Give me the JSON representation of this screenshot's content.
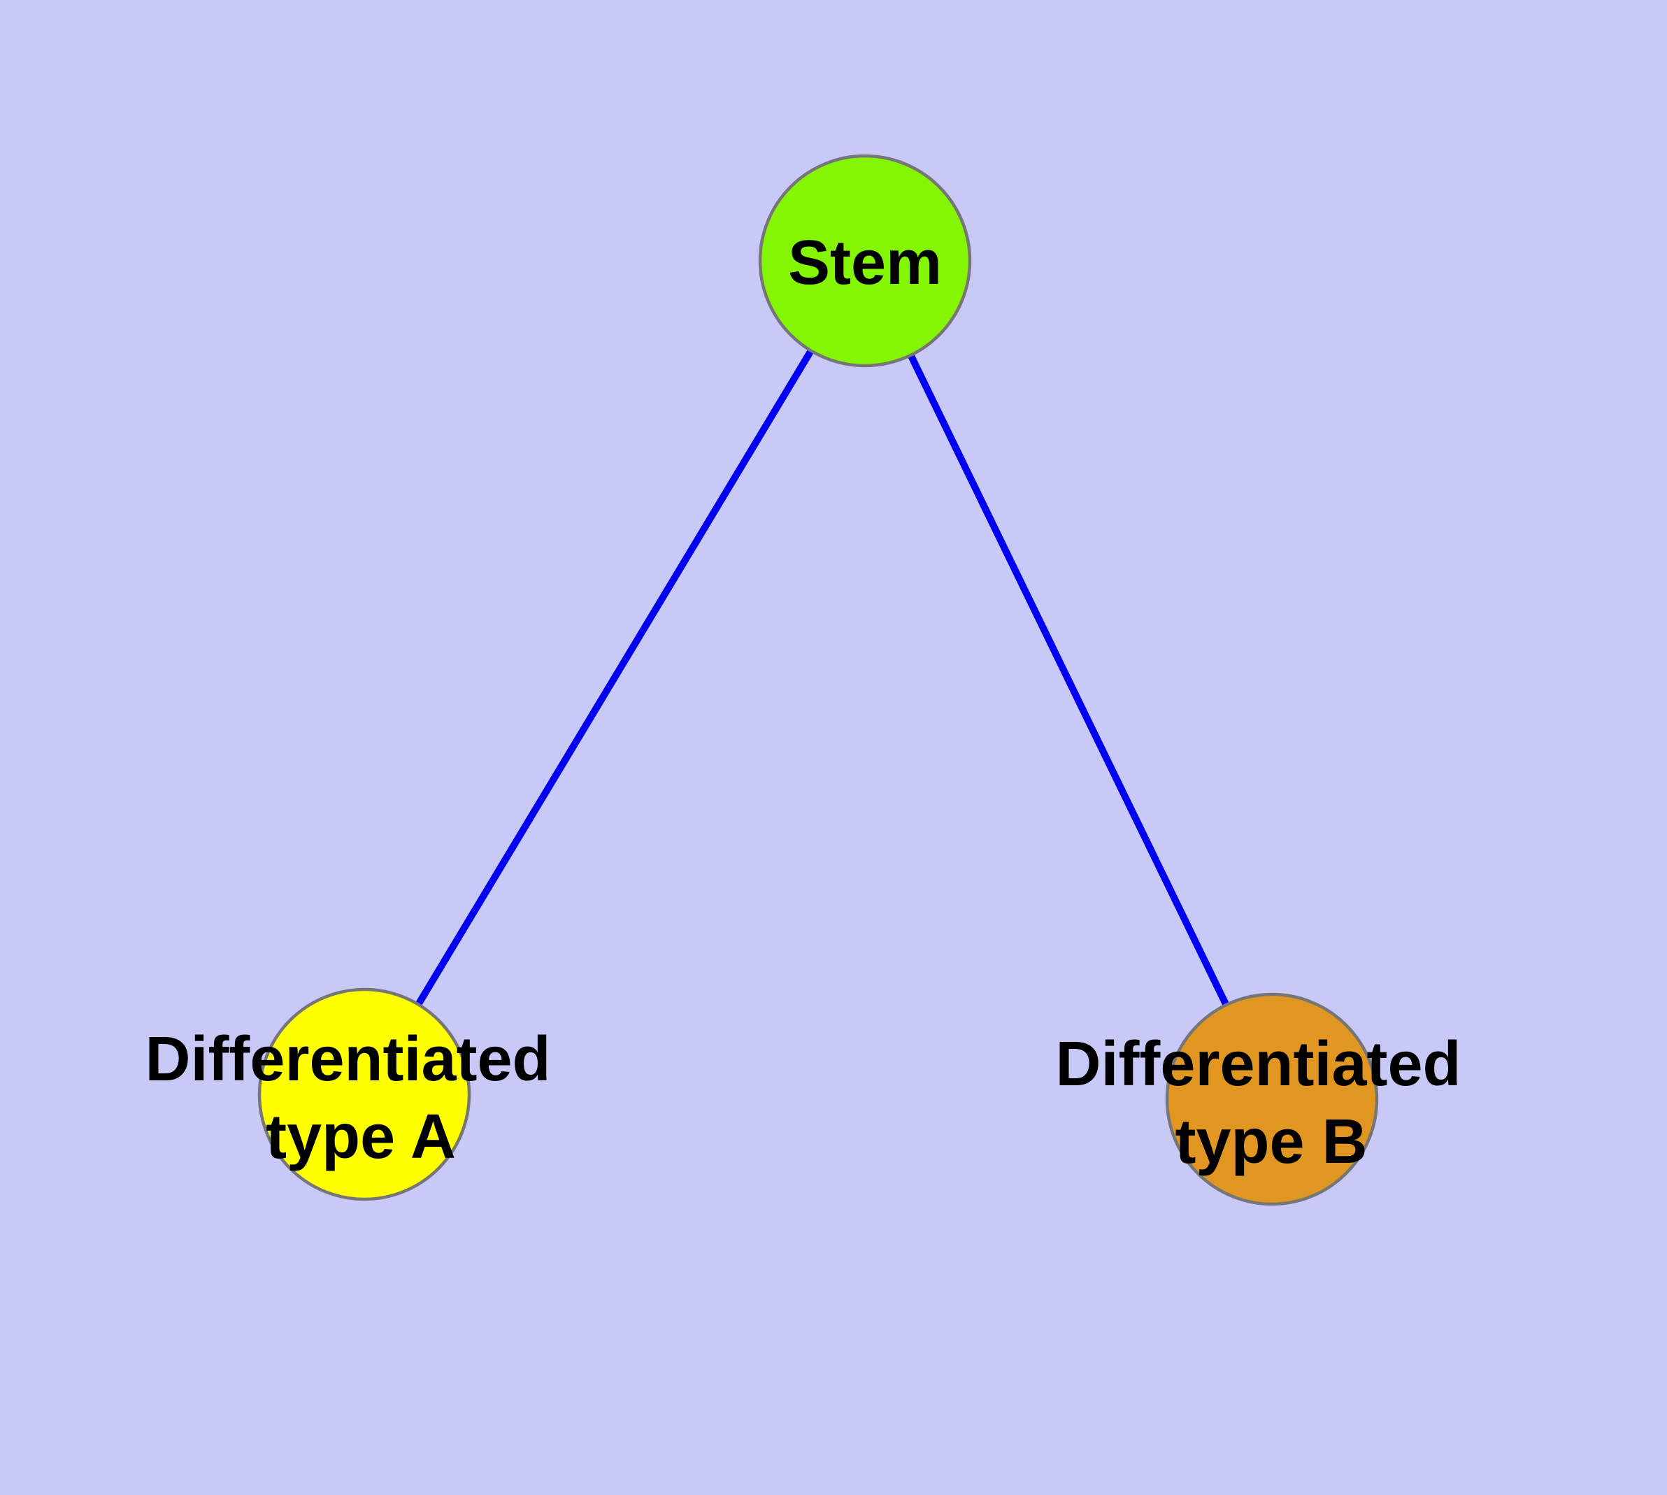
{
  "diagram": {
    "title": "stem-cell-differentiation-graph",
    "background_color": "#C9C9F8",
    "edge_color": "#0000F2",
    "node_border_color": "#767676",
    "label_color": "#000000",
    "nodes": [
      {
        "id": "stem",
        "label": "Stem",
        "lines": [
          "Stem"
        ],
        "fill": "#84F502"
      },
      {
        "id": "differentiated-type-a",
        "label": "Differentiated type A",
        "lines": [
          "Differentiated",
          "type A"
        ],
        "fill": "#FFFF00"
      },
      {
        "id": "differentiated-type-b",
        "label": "Differentiated type B",
        "lines": [
          "Differentiated",
          "type B"
        ],
        "fill": "#E09620"
      }
    ],
    "edges": [
      {
        "from": "Stem",
        "to": "Differentiated type A"
      },
      {
        "from": "Stem",
        "to": "Differentiated type B"
      }
    ]
  }
}
